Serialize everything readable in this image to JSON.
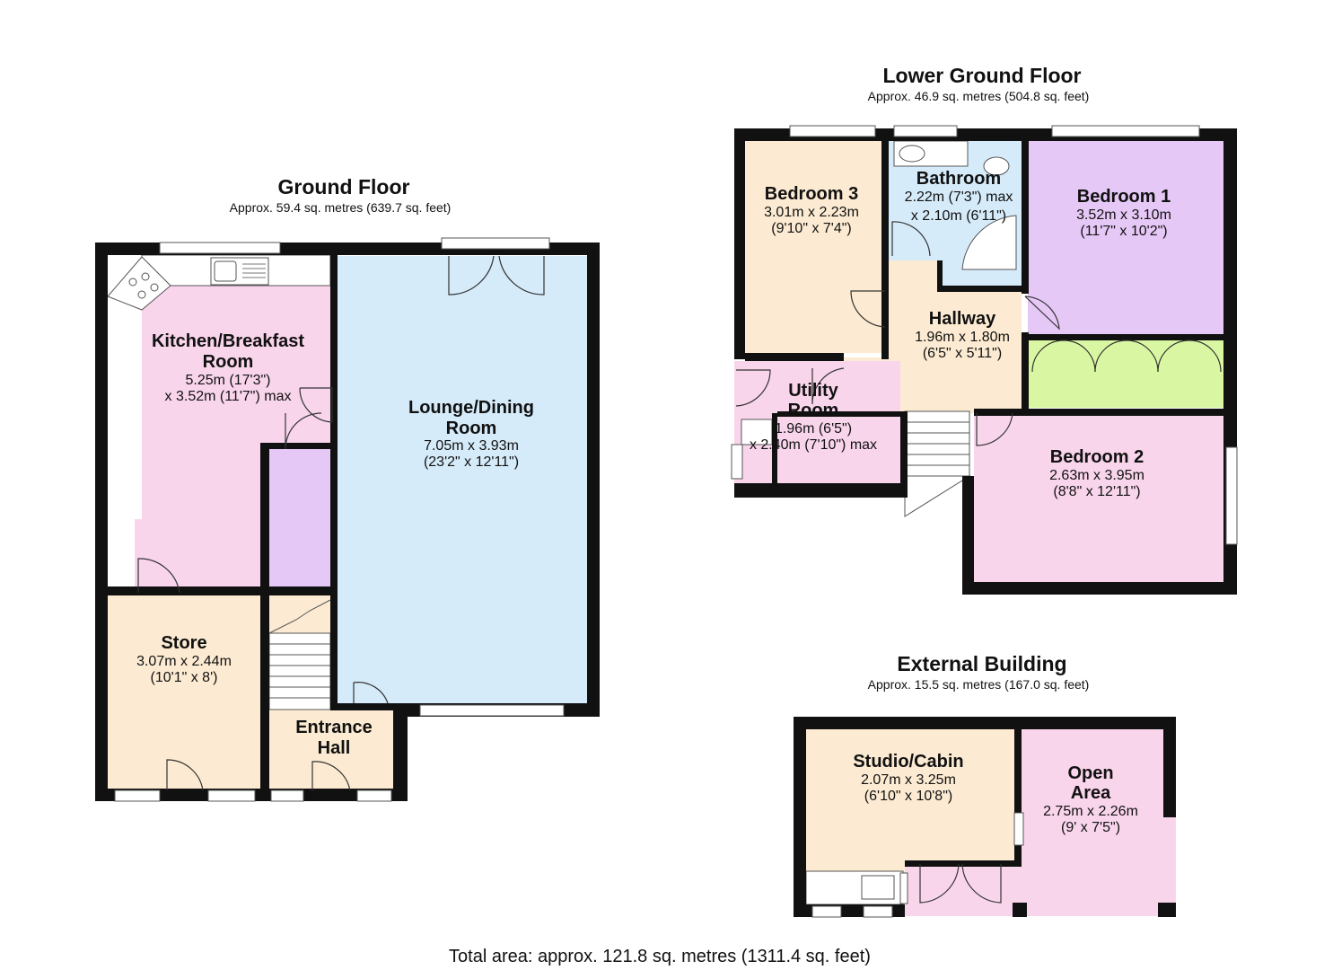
{
  "floors": {
    "ground": {
      "title": "Ground Floor",
      "area": "Approx. 59.4 sq. metres (639.7 sq. feet)",
      "rooms": {
        "kitchen": {
          "name1": "Kitchen/Breakfast",
          "name2": "Room",
          "dim1": "5.25m (17'3\")",
          "dim2": "x 3.52m (11'7\") max"
        },
        "lounge": {
          "name1": "Lounge/Dining",
          "name2": "Room",
          "dim1": "7.05m x 3.93m",
          "dim2": "(23'2\" x 12'11\")"
        },
        "store": {
          "name1": "Store",
          "dim1": "3.07m x 2.44m",
          "dim2": "(10'1\" x 8')"
        },
        "entrance": {
          "name1": "Entrance",
          "name2": "Hall"
        }
      }
    },
    "lower": {
      "title": "Lower Ground Floor",
      "area": "Approx. 46.9 sq. metres (504.8 sq. feet)",
      "rooms": {
        "bedroom3": {
          "name1": "Bedroom 3",
          "dim1": "3.01m x 2.23m",
          "dim2": "(9'10\" x 7'4\")"
        },
        "bathroom": {
          "name1": "Bathroom",
          "dim1": "2.22m (7'3\") max",
          "dim2": "x 2.10m (6'11\")"
        },
        "bedroom1": {
          "name1": "Bedroom 1",
          "dim1": "3.52m x 3.10m",
          "dim2": "(11'7\" x 10'2\")"
        },
        "hallway": {
          "name1": "Hallway",
          "dim1": "1.96m x 1.80m",
          "dim2": "(6'5\" x 5'11\")"
        },
        "utility": {
          "name1": "Utility",
          "name2": "Room",
          "dim1": "1.96m (6'5\")",
          "dim2": "x 2.40m (7'10\") max"
        },
        "bedroom2": {
          "name1": "Bedroom 2",
          "dim1": "2.63m x 3.95m",
          "dim2": "(8'8\" x 12'11\")"
        }
      }
    },
    "external": {
      "title": "External Building",
      "area": "Approx. 15.5 sq. metres (167.0 sq. feet)",
      "rooms": {
        "studio": {
          "name1": "Studio/Cabin",
          "dim1": "2.07m x 3.25m",
          "dim2": "(6'10\" x 10'8\")"
        },
        "open": {
          "name1": "Open",
          "name2": "Area",
          "dim1": "2.75m x 2.26m",
          "dim2": "(9' x 7'5\")"
        }
      }
    }
  },
  "total": "Total area: approx. 121.8 sq. metres (1311.4 sq. feet)",
  "colors": {
    "kitchen": "#f9d5ec",
    "lounge": "#d6ebfa",
    "store": "#fcebd2",
    "purple": "#e6c8f6",
    "bathroom": "#d6ebfa",
    "hallway": "#fcebd2",
    "bedroom3": "#fcebd2",
    "bedroom1": "#e6c8f6",
    "wardrobe": "#d9f7a2",
    "bedroom2": "#f9d5ec",
    "utility": "#f9d5ec",
    "studio": "#fcebd2",
    "open": "#f9d5ec",
    "wall": "#111111"
  }
}
